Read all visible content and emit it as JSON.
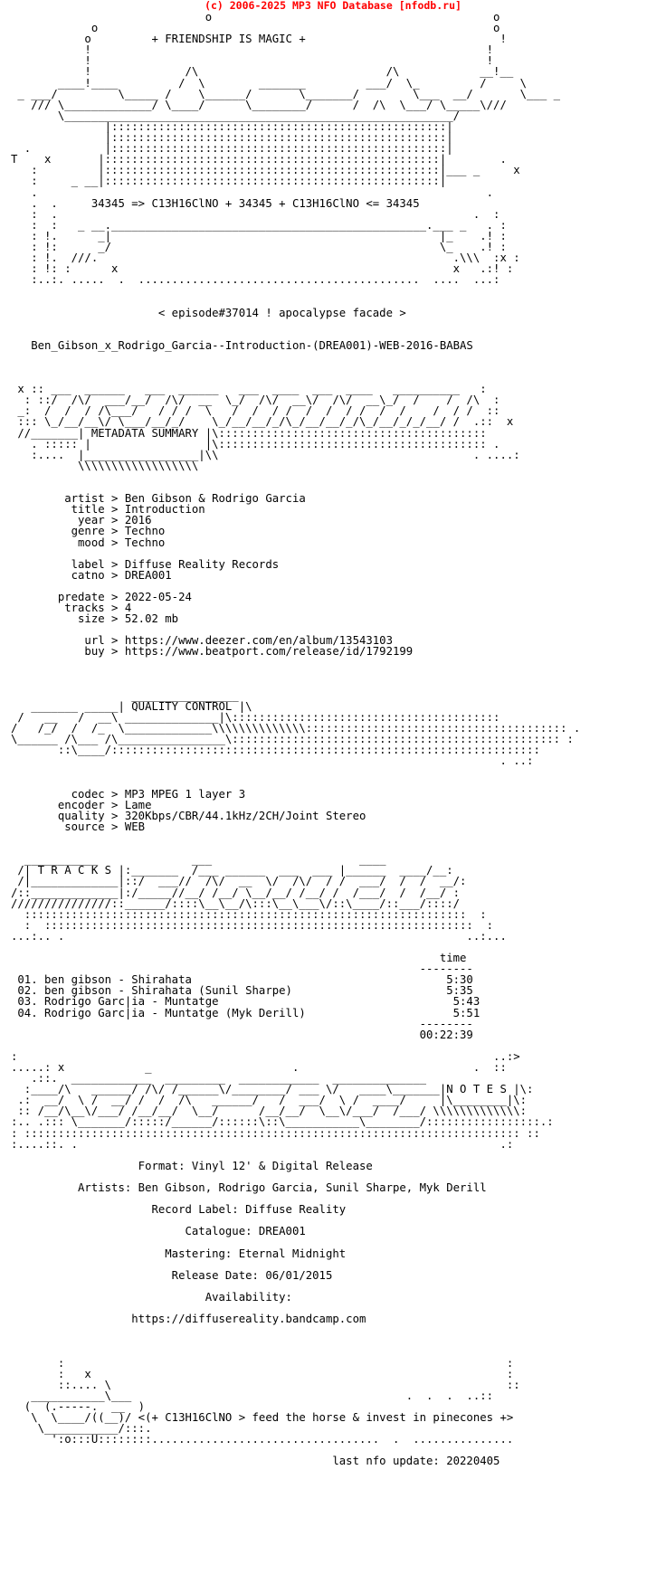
{
  "header": {
    "text": "(c) 2006-2025 MP3 NFO Database [nfodb.ru]",
    "color": "#ff0000"
  },
  "nfo": {
    "release_name": "Ben_Gibson_x_Rodrigo_Garcia--Introduction-(DREA001)-WEB-2016-BABAS",
    "lines": [
      "                             o                                          o",
      "            o                                                           o",
      "           o         + FRIENDSHIP IS MAGIC +                             !",
      "           !                                                           !",
      "           !                                                           !",
      "           !              /\\                            /\\            __!__",
      "       ____!____         /  \\        _______         ___/  \\_         /     \\",
      " _ ___/         \\_____ /    \\______/       \\_______/        \\___  __/       \\___ _",
      "   /// \\_____________/ \\____/      \\________/      /  /\\  \\___/ \\_____\\///",
      "       \\__________________________________________________________/",
      "              |::::::::::::::::::::::::::::::::::::::::::::::::::|",
      "              |::::::::::::::::::::::::::::::::::::::::::::::::::|",
      "  .           |::::::::::::::::::::::::::::::::::::::::::::::::::|",
      "T    x       |::::::::::::::::::::::::::::::::::::::::::::::::::|        .",
      "   :         |::::::::::::::::::::::::::::::::::::::::::::::::::|___ _     x",
      "   :     _ __|::::::::::::::::::::::::::::::::::::::::::::::::::|",
      "   .                                                                   .",
      "   .  .     34345 => C13H16ClNO + 34345 + C13H16ClNO <= 34345",
      "   :  .                                                              .  :",
      "   :  :   _ __._______________________________________________.___ _   . :",
      "   : !.      _|                                                 |_    .! :",
      "   : !:      _/                                                 \\_    .! :",
      "   : !.  ///.                                                     .\\\\\\  :x :",
      "   : !: :      x                                                  x   .:! :",
      "   :..:. .....  .  ..........................................  ....  ...:",
      "",
      "",
      "                      < episode#37014 ! apocalypse facade >",
      "",
      "",
      "   Ben_Gibson_x_Rodrigo_Garcia--Introduction-(DREA001)-WEB-2016-BABAS",
      "",
      "",
      "",
      " x :: ___  ______   ___  ______   ___  ____  ___  ____   __________   :",
      "  : ::/  /\\/  ___/__/  /\\/  __  \\_/  /\\/  __\\/  /\\/  __\\_/  /    /  /\\  :",
      " _:  /  /  / /\\___/   / / /  \\   /  /  / /  /  /  / /  /  /    /  / /  ::",
      " ::: \\_/__/__\\/ \\___/__/_/    \\_/__/__/_/\\_/__/__/_/\\_/__/_/_/__/ /  .::  x",
      " //_______| METADATA SUMMARY |\\::::::::::::::::::::::::::::::::::::::::",
      "   . ::::: |                 |\\:::::::::::::::::::::::::::::::::::::::: .",
      "   :....  |_________________|\\\\                                      . ....:",
      "          \\\\\\\\\\\\\\\\\\\\\\\\\\\\\\\\\\\\",
      "",
      "",
      "        artist > Ben Gibson & Rodrigo Garcia",
      "         title > Introduction",
      "          year > 2016",
      "         genre > Techno",
      "          mood > Techno",
      "",
      "         label > Diffuse Reality Records",
      "         catno > DREA001",
      "",
      "       predate > 2022-05-24",
      "        tracks > 4",
      "          size > 52.02 mb",
      "",
      "           url > https://www.deezer.com/en/album/13543103",
      "           buy > https://www.beatport.com/release/id/1792199",
      "",
      "",
      "",
      "                  ________________",
      "   _______ _____| QUALITY CONTROL |\\",
      " /   __   /  __\\ ______________|\\::::::::::::::::::::::::::::::::::::::::",
      "/   /_/  /  /_  \\_____________\\\\\\\\\\\\\\\\\\\\\\\\\\\\::::::::::::::::::::::::::::::::::::::: .",
      "\\______ /\\___ /\\________________\\::::::::::::::::::::::::::::::::::::::::::::::::: :",
      "       ::\\____/::::::::::::::::::::::::::::::::::::::::::::::::::::::::::::::::",
      "                                                                         . ..:",
      "",
      "",
      "         codec > MP3 MPEG 1 layer 3",
      "       encoder > Lame",
      "       quality > 320Kbps/CBR/44.1kHz/2CH/Joint Stereo",
      "        source > WEB",
      "",
      "",
      "  ___________              ___                      ____",
      " /| T R A C K S |:_______  /___ ______  ___  ___ |______  ____/__:",
      " /|_____________|::/  ___//  /\\/  __  \\/  /\\/  / /  ___/  /  /  __/:",
      "/::_____________|:/_____//__/ /__/ \\__/__/ /__/ /  /___/  /  /__/ :",
      "///////////////::______/::::\\__\\__/\\:::\\__\\___\\/::\\____/::___/::::/",
      "  ::::::::::::::::::::::::::::::::::::::::::::::::::::::::::::::::::  :",
      "  :  ::::::::::::::::::::::::::::::::::::::::::::::::::::::::::::::::  :",
      "...:.. .                                                            ..:...",
      "",
      "                                                                time",
      "                                                             --------",
      " 01. ben gibson - Shirahata                                      5:30",
      " 02. ben gibson - Shirahata (Sunil Sharpe)                       5:35",
      " 03. Rodrigo Garc|ia - Muntatge                                   5:43",
      " 04. Rodrigo Garc|ia - Muntatge (Myk Derill)                      5:51",
      "                                                             --------",
      "                                                             00:22:39",
      "",
      ":                                                                       ..:>",
      ".....: x            _                     .                          .  ::",
      "   .::.  ____________  _________  ____________  ______________",
      "  :____/\\   ______/ /\\/ /______\\/________/ ___ \\/   ____\\_______|N O T E S |\\:",
      " .:  __/  \\ /  __/ /  /  /\\   ______/   /  ___/  \\ /  ____/     |\\________|\\:",
      " :: /__/\\__\\/___/ /__/__/  \\__/      /__/__/  \\__\\/___/  /___/ \\\\\\\\\\\\\\\\\\\\\\\\\\:",
      ":.. .::: \\_______/:::::/______/::::::\\::\\___________\\________/:::::::::::::::::.:",
      ": :::::::::::::::::::::::::::::::::::::::::::::::::::::::::::::::::::::::::: ::",
      ":....::. .                                                               .:",
      "",
      "                   Format: Vinyl 12' & Digital Release",
      "",
      "          Artists: Ben Gibson, Rodrigo Garcia, Sunil Sharpe, Myk Derill",
      "",
      "                     Record Label: Diffuse Reality",
      "",
      "                          Catalogue: DREA001",
      "",
      "                       Mastering: Eternal Midnight",
      "",
      "                        Release Date: 06/01/2015",
      "",
      "                             Availability:",
      "",
      "                  https://diffusereality.bandcamp.com",
      "",
      "",
      "",
      "       :                                                                  :",
      "       :   x                                                              :",
      "       ::.... \\                                                           ::",
      "   ___________\\___                                         .  .  .  ..::",
      "  (  (.-----.  __  )",
      "   \\  \\____/((__)/ <(+ C13H16ClNO > feed the horse & invest in pinecones +>",
      "    \\___________/:::.",
      "      ':o:::U::::::::..................................  .  ...............",
      "",
      "                                                last nfo update: 20220405"
    ]
  }
}
